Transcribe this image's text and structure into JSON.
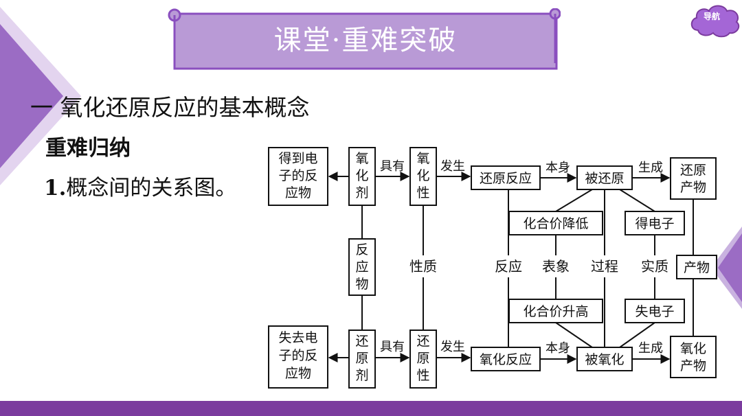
{
  "banner": {
    "title": "课堂·重难突破"
  },
  "nav": {
    "label": "导航"
  },
  "section": {
    "title": "一 氧化还原反应的基本概念",
    "subtitle": "重难归纳",
    "item_number": "1.",
    "item_text": "概念间的关系图。"
  },
  "diagram": {
    "boxes": {
      "gain_product": [
        "得到电",
        "子的反",
        "应物"
      ],
      "oxidant": [
        "氧",
        "化",
        "剂"
      ],
      "oxidizing": [
        "氧",
        "化",
        "性"
      ],
      "reduction_reaction": "还原反应",
      "reduced": "被还原",
      "reduction_product": [
        "还原",
        "产物"
      ],
      "valence_down": "化合价降低",
      "gain_electrons": "得电子",
      "reactant": [
        "反",
        "应",
        "物"
      ],
      "product": "产物",
      "valence_up": "化合价升高",
      "lose_electrons": "失电子",
      "lose_product": [
        "失去电",
        "子的反",
        "应物"
      ],
      "reductant": [
        "还",
        "原",
        "剂"
      ],
      "reducing": [
        "还",
        "原",
        "性"
      ],
      "oxidation_reaction": "氧化反应",
      "oxidized": "被氧化",
      "oxidation_product": [
        "氧化",
        "产物"
      ]
    },
    "labels": {
      "has_top": "具有",
      "occurs_top": "发生",
      "itself_top": "本身",
      "generates_top": "生成",
      "has_bottom": "具有",
      "occurs_bottom": "发生",
      "itself_bottom": "本身",
      "generates_bottom": "生成",
      "property": "性质",
      "reaction": "反应",
      "appearance": "表象",
      "process": "过程",
      "essence": "实质"
    }
  },
  "colors": {
    "banner_fill": "#b99ad6",
    "banner_border": "#8a4fbf",
    "accent_dark": "#7b3b9e",
    "triangle_light": "#d9c8ea"
  }
}
